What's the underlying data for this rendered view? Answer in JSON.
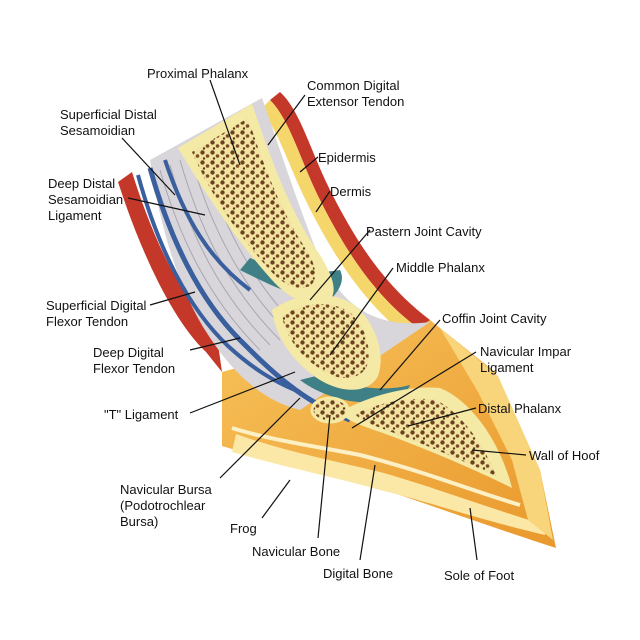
{
  "labels": {
    "proximal_phalanx": "Proximal Phalanx",
    "common_digital_extensor_tendon": "Common Digital\nExtensor Tendon",
    "superficial_distal_sesamoidian": "Superficial Distal\nSesamoidian",
    "epidermis": "Epidermis",
    "deep_distal_sesamoidian_ligament": "Deep Distal\nSesamoidian\nLigament",
    "dermis": "Dermis",
    "pastern_joint_cavity": "Pastern Joint Cavity",
    "middle_phalanx": "Middle Phalanx",
    "superficial_digital_flexor_tendon": "Superficial Digital\nFlexor Tendon",
    "coffin_joint_cavity": "Coffin Joint Cavity",
    "deep_digital_flexor_tendon": "Deep Digital\nFlexor Tendon",
    "navicular_impar_ligament": "Navicular Impar\nLigament",
    "t_ligament": "\"T\" Ligament",
    "distal_phalanx": "Distal Phalanx",
    "wall_of_hoof": "Wall of Hoof",
    "navicular_bursa": "Navicular Bursa\n(Podotrochlear\nBursa)",
    "frog": "Frog",
    "navicular_bone": "Navicular Bone",
    "digital_bone": "Digital Bone",
    "sole_of_foot": "Sole of Foot"
  },
  "colors": {
    "bone_outer": "#f5e9a6",
    "bone_spongy": "#6b4220",
    "cartilage": "#3f7f86",
    "flexor_tendon": "#3a5f9e",
    "ligament_gray": "#c8c6cc",
    "dermis_red": "#c4382a",
    "hoof_orange": "#f2ab3c",
    "hoof_light": "#f8d47a",
    "sole_pale": "#fdf0c4"
  }
}
